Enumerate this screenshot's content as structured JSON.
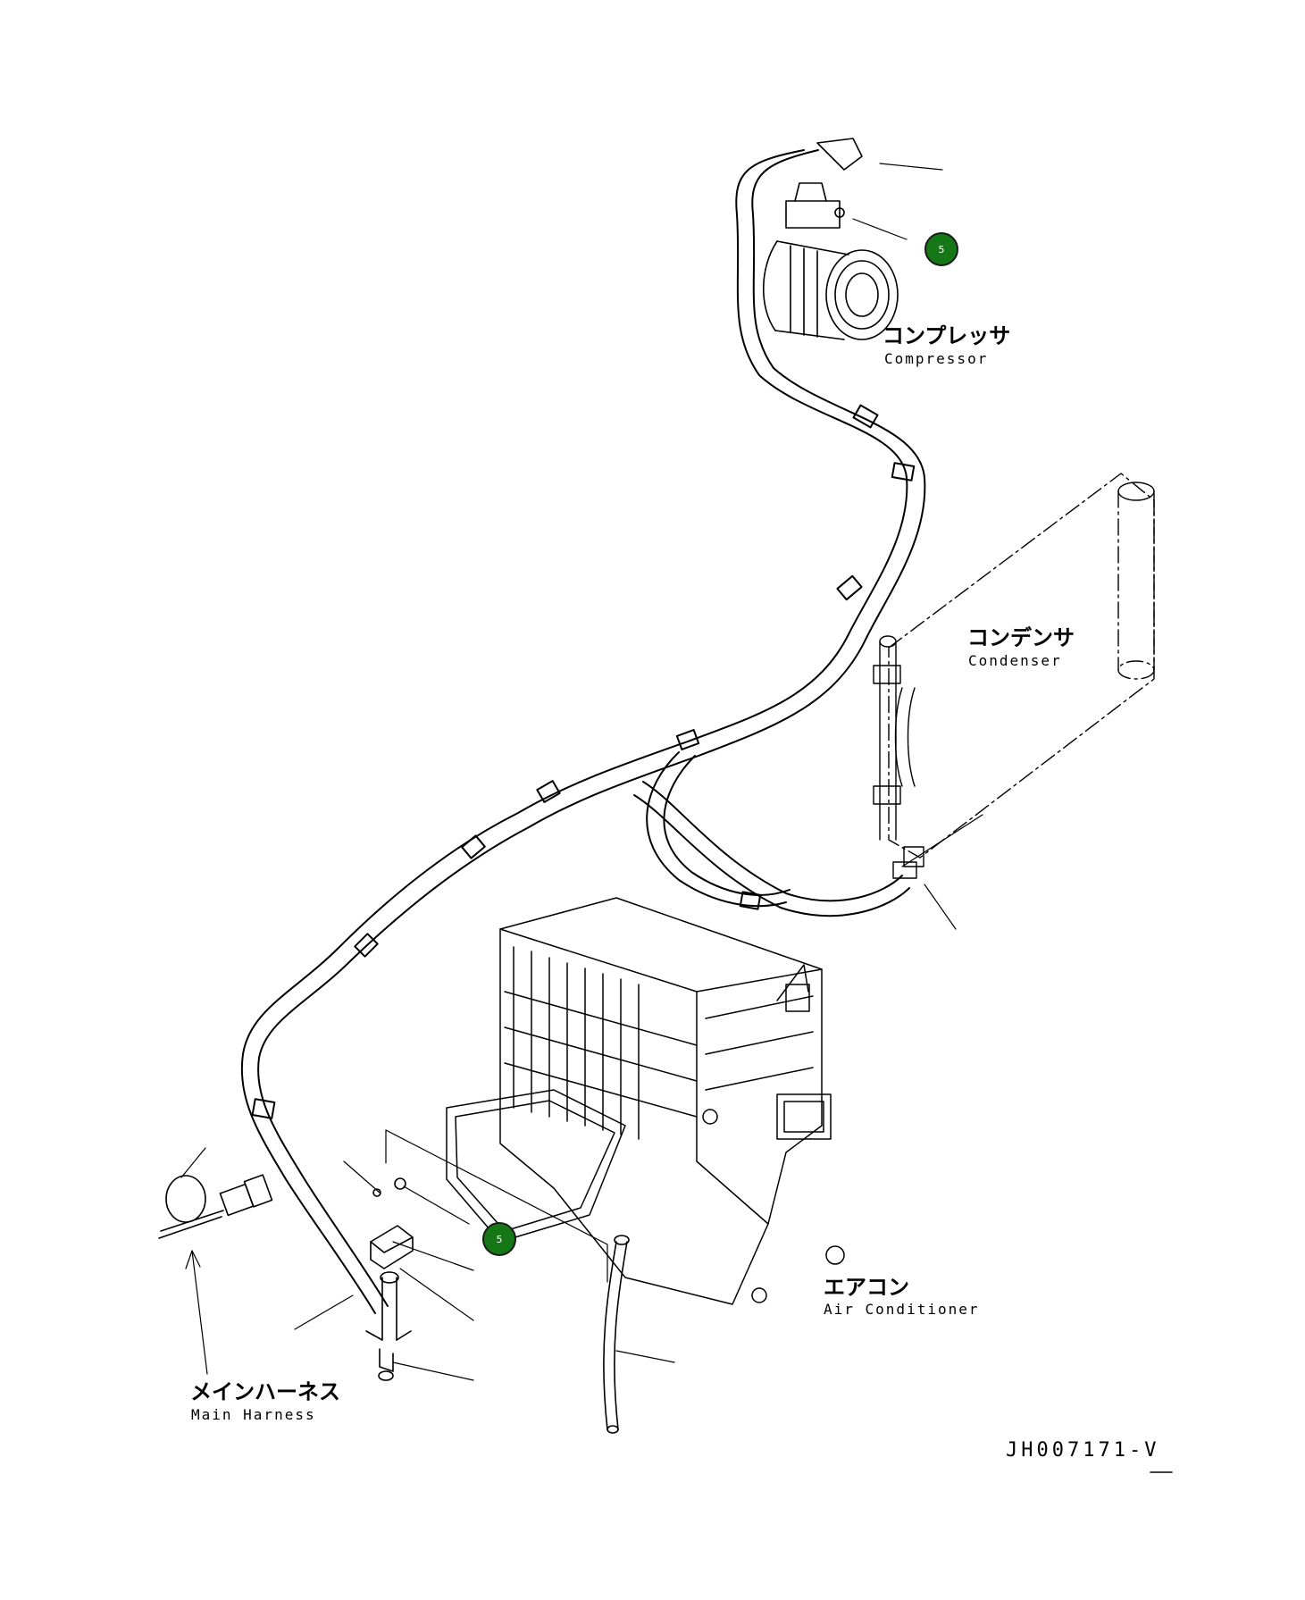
{
  "colors": {
    "callout_fill": "#167716",
    "line": "#000000"
  },
  "labels": {
    "compressor_jp": "コンプレッサ",
    "compressor_en": "Compressor",
    "condenser_jp": "コンデンサ",
    "condenser_en": "Condenser",
    "aircon_jp": "エアコン",
    "aircon_en": "Air Conditioner",
    "harness_jp": "メインハーネス",
    "harness_en": "Main Harness"
  },
  "callouts": [
    {
      "number": "5"
    },
    {
      "number": "5"
    }
  ],
  "doc_code": "JH007171-V"
}
